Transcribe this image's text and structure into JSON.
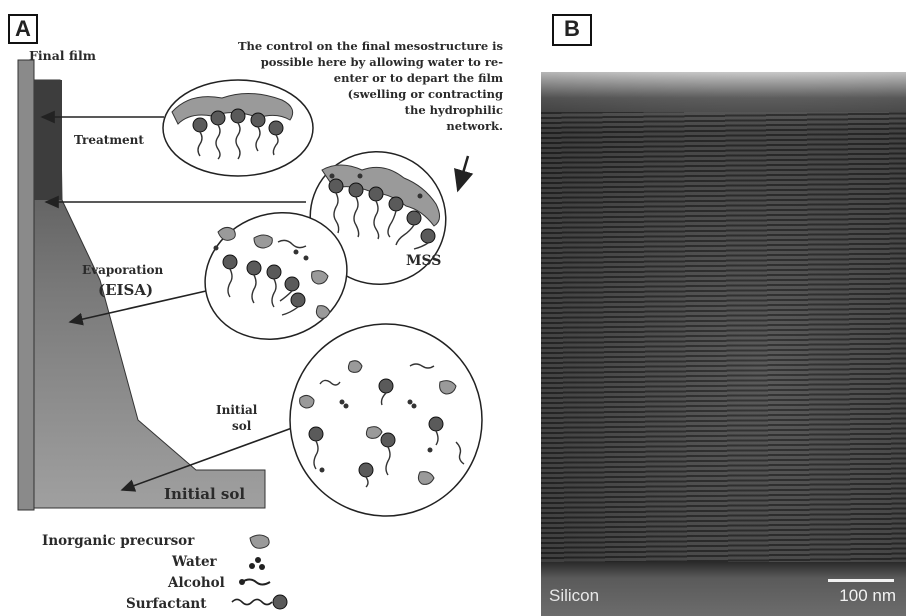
{
  "panel_a": {
    "label": "A",
    "final_film": "Final film",
    "treatment": "Treatment",
    "evaporation": "Evaporation",
    "eisa": "(EISA)",
    "initial_sol_side_1": "Initial",
    "initial_sol_side_2": "sol",
    "initial_sol_bottom": "Initial sol",
    "mss": "MSS",
    "note_lines": [
      "The control on the final mesostructure is",
      "possible here by allowing water to re-",
      "enter or to depart the film",
      "(swelling or contracting",
      "the hydrophilic",
      "network."
    ],
    "legend": [
      {
        "label": "Inorganic precursor",
        "icon": "inorganic-precursor-icon"
      },
      {
        "label": "Water",
        "icon": "water-icon"
      },
      {
        "label": "Alcohol",
        "icon": "alcohol-icon"
      },
      {
        "label": "Surfactant",
        "icon": "surfactant-icon"
      }
    ],
    "colors": {
      "film_dark": "#4a4a4a",
      "film_light": "#9a9a9a",
      "sol": "#8c8c8c",
      "precursor": "#9a9a9a"
    }
  },
  "panel_b": {
    "label": "B",
    "substrate_label": "Silicon",
    "scale_label": "100 nm"
  }
}
